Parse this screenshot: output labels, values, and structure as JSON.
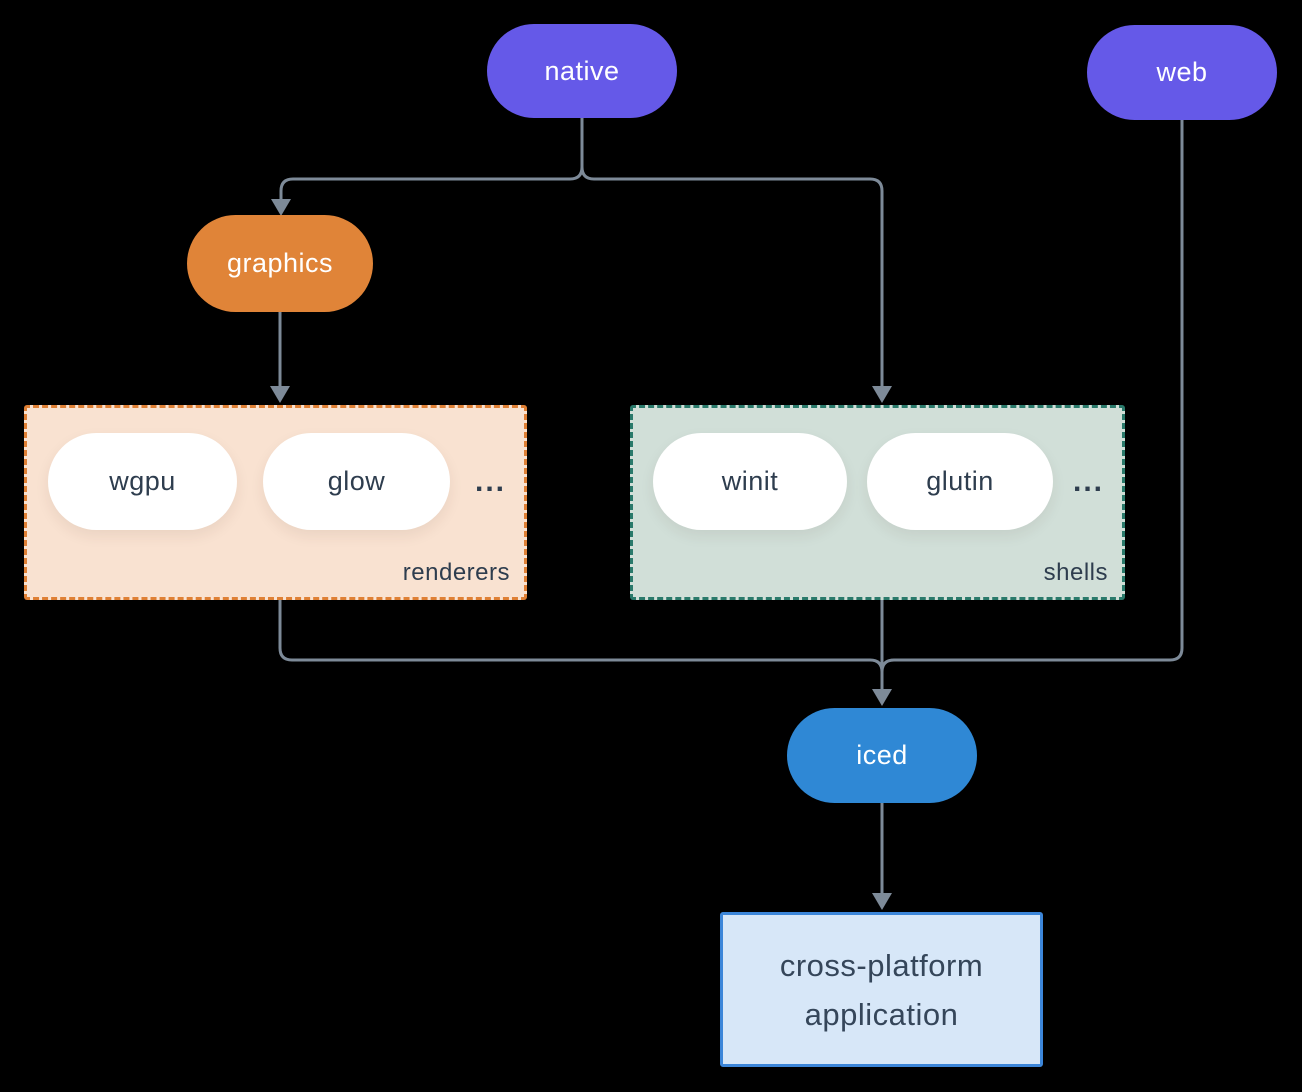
{
  "diagram": {
    "nodes": {
      "native": {
        "label": "native"
      },
      "web": {
        "label": "web"
      },
      "graphics": {
        "label": "graphics"
      },
      "iced": {
        "label": "iced"
      },
      "app": {
        "label_line1": "cross-platform",
        "label_line2": "application"
      }
    },
    "groups": {
      "renderers": {
        "label": "renderers",
        "items": [
          "wgpu",
          "glow"
        ],
        "ellipsis": "..."
      },
      "shells": {
        "label": "shells",
        "items": [
          "winit",
          "glutin"
        ],
        "ellipsis": "..."
      }
    },
    "colors": {
      "background": "#000000",
      "purple_pill": "#6559e8",
      "orange_pill": "#e08438",
      "blue_pill": "#2f88d5",
      "renderers_fill": "#f9e2d1",
      "renderers_border": "#df8035",
      "shells_fill": "#d1dfd8",
      "shells_border": "#2a7a6b",
      "app_fill": "#d7e7f8",
      "app_border": "#3c86d9",
      "wire": "#7d8a98",
      "dark_text": "#2e3d4e",
      "white_text": "#ffffff"
    }
  }
}
